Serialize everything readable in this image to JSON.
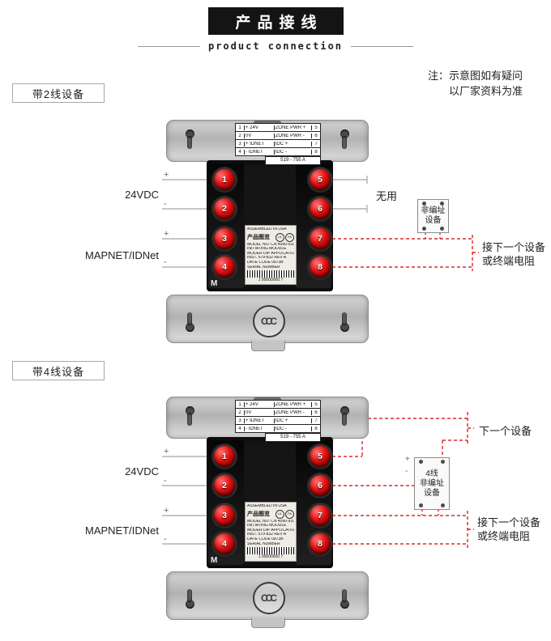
{
  "header": {
    "title": "产品接线",
    "subtitle": "product connection"
  },
  "note": {
    "line1": "注：示意图如有疑问",
    "line2": "以厂家资料为准"
  },
  "sections": {
    "s1": "带2线设备",
    "s2": "带4线设备"
  },
  "module": {
    "strip": {
      "rows": [
        {
          "n1": "1",
          "a": "+ 24V",
          "b": "ZONE PWR +",
          "n2": "5"
        },
        {
          "n1": "2",
          "a": "0V",
          "b": "ZONE PWR -",
          "n2": "6"
        },
        {
          "n1": "3",
          "a": "+ IDNET",
          "b": "IDC +",
          "n2": "7"
        },
        {
          "n1": "4",
          "a": "- IDNET",
          "b": "IDC -",
          "n2": "8"
        }
      ],
      "part": "519 - 755 A"
    },
    "terminals": [
      "1",
      "2",
      "3",
      "4",
      "5",
      "6",
      "7",
      "8"
    ],
    "sticker": {
      "title": "产品图览",
      "cert1": "UL",
      "cert2": "FA",
      "lines": [
        "ASSEMBLED IN USA",
        "MODEL NO: CN 4090-9101",
        "INITIATING MODULE",
        "MODER DIP APPLICATION",
        "INST. 579-832 REV A",
        "DATE CODE  0873B",
        "SERIAL NUMBER"
      ],
      "serial": "1 00000000 7"
    },
    "m_mark": "M",
    "ccc": "CCC"
  },
  "left": {
    "vdc": "24VDC",
    "mapnet": "MAPNET/IDNet",
    "plus": "+",
    "minus": "-"
  },
  "wire2": {
    "unused": "无用",
    "dev1": "非编址",
    "dev2": "设备",
    "next1": "接下一个设备",
    "next2": "或终端电阻"
  },
  "wire4": {
    "next_top": "下一个设备",
    "plus": "+",
    "minus": "-",
    "dev1": "4线",
    "dev2": "非编址",
    "dev3": "设备",
    "next1": "接下一个设备",
    "next2": "或终端电阻"
  },
  "colors": {
    "wire_red": "#d40000",
    "wire_gray": "#a5a5a5",
    "header_bg": "#141414"
  }
}
